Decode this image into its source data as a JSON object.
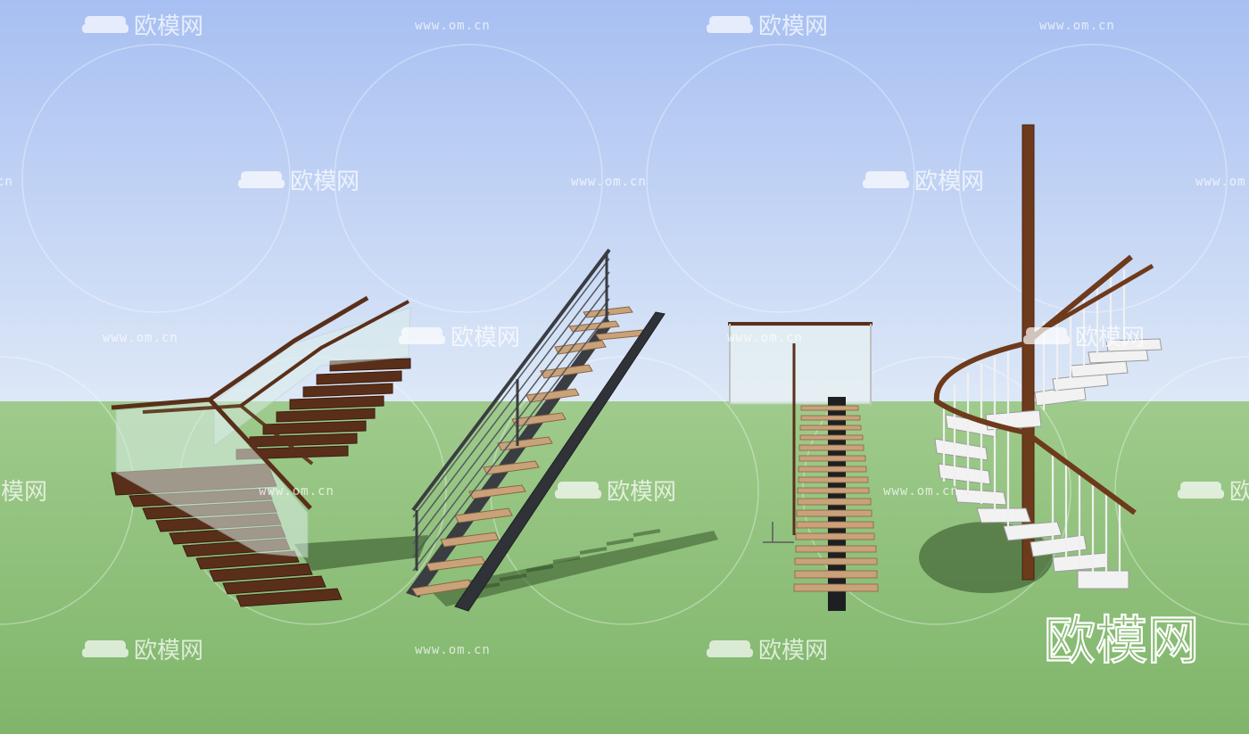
{
  "scene": {
    "sky_top": "#a7bff2",
    "sky_bottom": "#dde8f7",
    "ground_top": "#9fcb8c",
    "ground_bottom": "#7fb56a",
    "wood_color": "#5a2f1a",
    "tread_color": "#c9a27a",
    "steel_color": "#3a3d42",
    "glass_color": "#dcefe9"
  },
  "watermark": {
    "brand": "欧模网",
    "url": "www.om.cn"
  },
  "brand_mark": {
    "text": "欧模网"
  }
}
